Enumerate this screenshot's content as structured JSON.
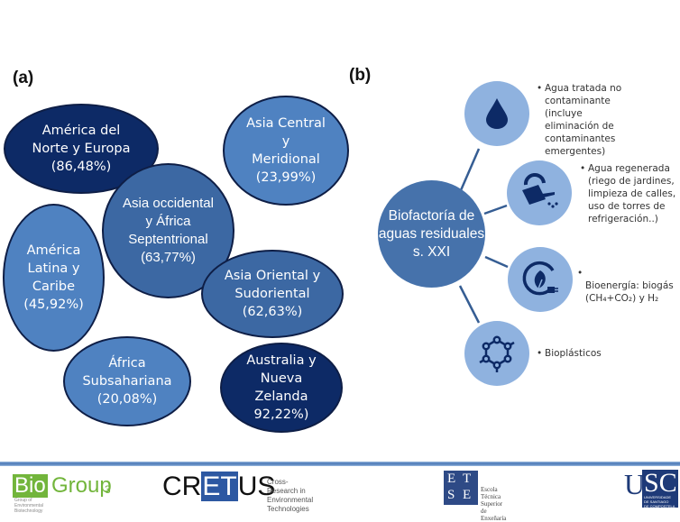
{
  "panel_a": {
    "label": "(a)",
    "regions": [
      {
        "name": "América del Norte y Europa",
        "text": "América del\nNorte y Europa\n(86,48%)",
        "value_percent": 86.48,
        "color": "#0d2a66"
      },
      {
        "name": "Asia Central y Meridional",
        "text": "Asia Central\ny\nMeridional\n(23,99%)",
        "value_percent": 23.99,
        "color": "#4f82c1"
      },
      {
        "name": "Asia occidental y África Septentrional",
        "text": "Asia occidental\ny África\nSeptentrional\n(63,77%)",
        "value_percent": 63.77,
        "color": "#3c68a3"
      },
      {
        "name": "América Latina y Caribe",
        "text": "América\nLatina y\nCaribe\n(45,92%)",
        "value_percent": 45.92,
        "color": "#4f82c1"
      },
      {
        "name": "Asia Oriental y Sudoriental",
        "text": "Asia Oriental y\nSudoriental\n(62,63%)",
        "value_percent": 62.63,
        "color": "#3c68a3"
      },
      {
        "name": "África Subsahariana",
        "text": "África\nSubsahariana\n(20,08%)",
        "value_percent": 20.08,
        "color": "#4f82c1"
      },
      {
        "name": "Australia y Nueva Zelanda",
        "text": "Australia y\nNueva\nZelanda\n92,22%)",
        "value_percent": 92.22,
        "color": "#0d2a66"
      }
    ]
  },
  "panel_b": {
    "label": "(b)",
    "hub": "Biofactoría de\naguas residuales\ns. XXI",
    "nodes": [
      {
        "icon": "water-drop-icon",
        "text": "Agua tratada no\ncontaminante\n(incluye\neliminación de\ncontaminantes\nemergentes)"
      },
      {
        "icon": "watering-can-icon",
        "text": "Agua regenerada\n(riego de jardines,\nlimpieza de calles,\nuso de torres de\nrefrigeración..)"
      },
      {
        "icon": "bioenergy-leaf-plug-icon",
        "text_main": "Bioenergía: biogás",
        "text_formula": "(CH₄+CO₂) y H₂"
      },
      {
        "icon": "molecule-icon",
        "text": "Bioplásticos"
      }
    ]
  },
  "footer": {
    "biogroup": {
      "bio": "Bio",
      "group": "Group",
      "sup": "3",
      "subtitle": "Group of Environmental Biotechnology"
    },
    "cretus": {
      "cr": "CR",
      "et": "ET",
      "us": "US",
      "subtitle": "Cross-Research in\nEnvironmental Technologies"
    },
    "etse": {
      "letters": [
        "E",
        "T",
        "S",
        "E"
      ],
      "subtitle": "Escola Técnica\nSuperior de\nEnxeñaría"
    },
    "usc": {
      "u": "U",
      "sc": "SC",
      "subtitle": "UNIVERSIDADE\nDE SANTIAGO\nDE COMPOSTELA"
    }
  },
  "colors": {
    "dark_navy": "#0d2a66",
    "mid_blue": "#3c68a3",
    "light_blue": "#4f82c1",
    "node_blue": "#8fb2df",
    "icon_navy": "#0d2a66"
  }
}
